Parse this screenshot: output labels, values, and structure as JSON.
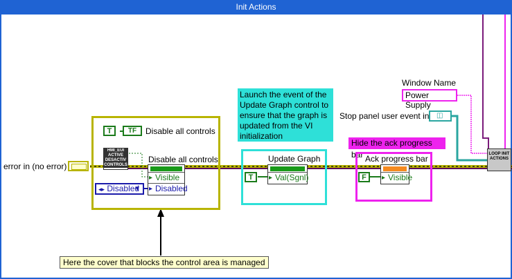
{
  "window": {
    "title": "Init Actions"
  },
  "inputs": {
    "error_in_label": "error in (no error)",
    "window_name_label": "Window Name",
    "window_name_value": "Power Supply",
    "stop_panel_label": "Stop panel user event in"
  },
  "disable_section": {
    "bool_const": "T",
    "bool_icon_label": "TF",
    "bool_label": "Disable all controls",
    "hmi_icon_text": "HMI_EUI ACTIVE DESACTIV CONTROLS",
    "node_label": "Disable all controls",
    "prop_visible": "Visible",
    "prop_disabled": "Disabled",
    "enum_value": "Disabled"
  },
  "update_graph_section": {
    "comment": "Launch the event of the Update Graph control to ensure that the graph is updated from the VI initialization",
    "node_label": "Update Graph",
    "bool_const": "T",
    "prop_val": "Val(Sgnl)"
  },
  "ack_section": {
    "comment": "Hide the ack progress bar",
    "node_label": "Ack progress bar",
    "bool_const": "F",
    "prop_visible": "Visible"
  },
  "subvi": {
    "label": "LOOP INIT ACTIONS"
  },
  "note": "Here the cover that blocks the control area is managed",
  "colors": {
    "title_bar": "#1f63d3",
    "olive": "#b8b400",
    "cyan": "#2ee0d8",
    "magenta": "#ee22ee",
    "error_wire": "#b8b400"
  }
}
